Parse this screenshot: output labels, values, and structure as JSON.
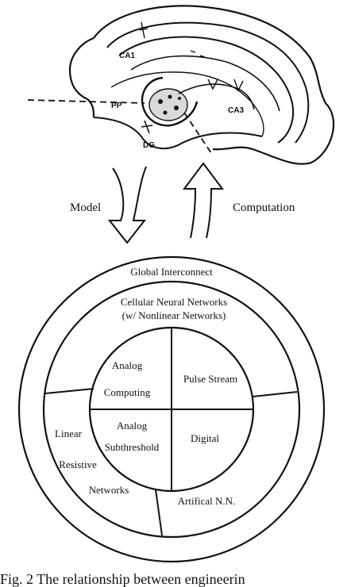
{
  "hippocampus": {
    "labels": {
      "ca1": "CA1",
      "ca3": "CA3",
      "pp": "PP",
      "dg": "DG"
    }
  },
  "arrows": {
    "model_label": "Model",
    "computation_label": "Computation"
  },
  "circle_diagram": {
    "outer_ring_label": "Global Interconnect",
    "middle_ring_label_1": "Cellular Neural Networks",
    "middle_ring_label_2": "(w/ Nonlinear Networks)",
    "inner": {
      "top_left_1": "Analog",
      "top_left_2": "Computing",
      "top_right": "Pulse Stream",
      "bottom_left_1": "Analog",
      "bottom_left_2": "Subthreshold",
      "bottom_right": "Digital"
    },
    "ring_left_1": "Linear",
    "ring_left_2": "Resistive",
    "ring_left_3": "Networks",
    "ring_bottom_right": "Artifical N.N."
  },
  "caption": "Fig. 2  The relationship between engineerin"
}
